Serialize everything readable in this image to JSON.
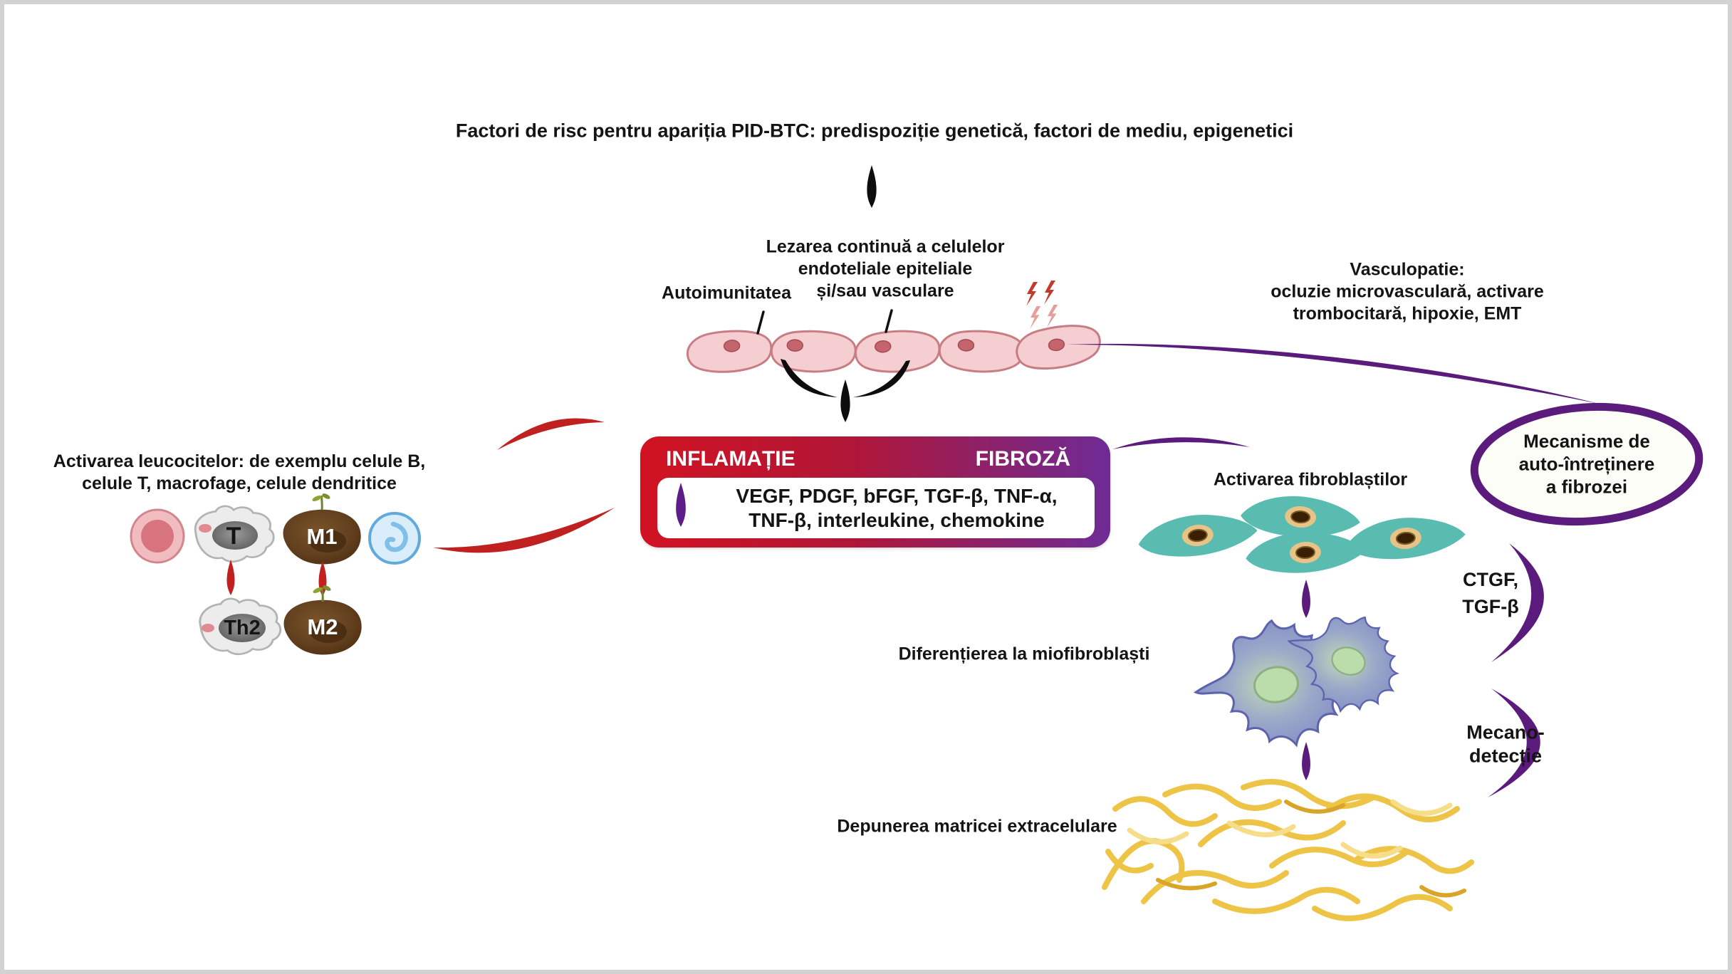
{
  "diagram": {
    "title": "Factori de risc pentru apariția PID-BTC: predispoziție genetică, factori de mediu, epigenetici",
    "injury": "Lezarea continuă a celulelor\nendoteliale epiteliale\nși/sau vasculare",
    "autoimmunity": "Autoimunitatea",
    "vasculopathy": "Vasculopatie:\nocluzie microvasculară, activare trombocitară, hipoxie, EMT",
    "leukocyte_activation": "Activarea leucocitelor: de exemplu celule B,\ncelule T, macrofage, celule dendritice",
    "inflammation": "INFLAMAȚIE",
    "fibrosis": "FIBROZĂ",
    "mediators": "VEGF, PDGF, bFGF, TGF-β, TNF-α,\nTNF-β, interleukine, chemokine",
    "fibroblast_activation": "Activarea fibroblaștilor",
    "self_maintenance": "Mecanisme de\nauto-întreținere\na fibrozei",
    "ctgf": "CTGF,\nTGF-β",
    "differentiation": "Diferențierea la miofibroblaști",
    "mechanodetection": "Mecano-\ndetecție",
    "matrix_deposition": "Depunerea matricei extracelulare",
    "cells": {
      "t": "T",
      "th2": "Th2",
      "m1": "M1",
      "m2": "M2"
    }
  },
  "icons": {
    "down-arrow-icon": "black teardrop arrow",
    "convergence-brace-icon": "black curly brace under epithelial cells",
    "lightning-bolt-icon": "four red zigzag bolts (injury)",
    "cycle-arrow-red-icon": "paired red curved arrows (leukocyte loop)",
    "arc-arrow-purple-icon": "purple curved arrows (fibrosis feedback loops)",
    "epithelial-cells-icon": "row of five pink epithelial cells",
    "b-cell-icon": "pink concentric-circle lymphocyte",
    "t-cell-icon": "gray amoeboid cell labeled T",
    "th2-cell-icon": "gray amoeboid cell labeled Th2",
    "m1-macrophage-icon": "brown macrophage labeled M1 with sprout",
    "m2-macrophage-icon": "brown macrophage labeled M2 with sprout",
    "dendritic-cell-icon": "blue round cell with hooked nucleus",
    "fibroblast-cells-icon": "four teal spindle cells",
    "myofibroblast-cells-icon": "two spiky blue-purple cells with green nuclei",
    "extracellular-matrix-icon": "tangle of yellow fibers"
  },
  "colors": {
    "background": "#ffffff",
    "frame_border": "#d2d2d2",
    "text": "#141414",
    "arrow_black": "#0d0d0d",
    "arrow_red": "#c02020",
    "arrow_purple": "#5b1b7d",
    "box_gradient_left": "#d11322",
    "box_gradient_right": "#6e2b96",
    "epithelial_fill": "#f5ced1",
    "epithelial_stroke": "#c87d84",
    "epithelial_nucleus": "#c4646c",
    "lightning_dark": "#c23a2e",
    "lightning_light": "#e59e99",
    "fibroblast_fill": "#5abcb1",
    "myofibroblast_fill": "#7b84c5",
    "myofibroblast_nucleus": "#bbdcab",
    "matrix_yellow": "#eec447",
    "macrophage_brown": "#63401f",
    "tcell_gray": "#ececec",
    "bcell_pink": "#d8747d",
    "dendritic_blue": "#d9edfb"
  }
}
